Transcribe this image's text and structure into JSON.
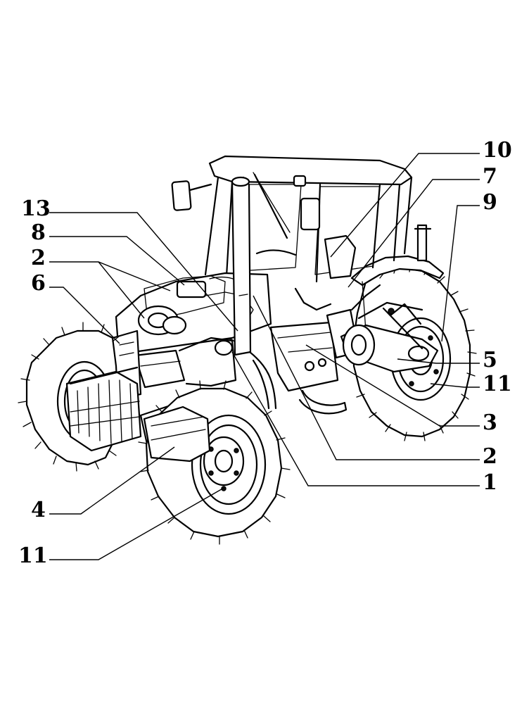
{
  "callouts": [
    {
      "id": "c10",
      "label": "10"
    },
    {
      "id": "c7",
      "label": "7"
    },
    {
      "id": "c9",
      "label": "9"
    },
    {
      "id": "c13",
      "label": "13"
    },
    {
      "id": "c8",
      "label": "8"
    },
    {
      "id": "c2a",
      "label": "2"
    },
    {
      "id": "c6",
      "label": "6"
    },
    {
      "id": "c5",
      "label": "5"
    },
    {
      "id": "c11a",
      "label": "11"
    },
    {
      "id": "c3",
      "label": "3"
    },
    {
      "id": "c2b",
      "label": "2"
    },
    {
      "id": "c1",
      "label": "1"
    },
    {
      "id": "c4",
      "label": "4"
    },
    {
      "id": "c11b",
      "label": "11"
    }
  ]
}
